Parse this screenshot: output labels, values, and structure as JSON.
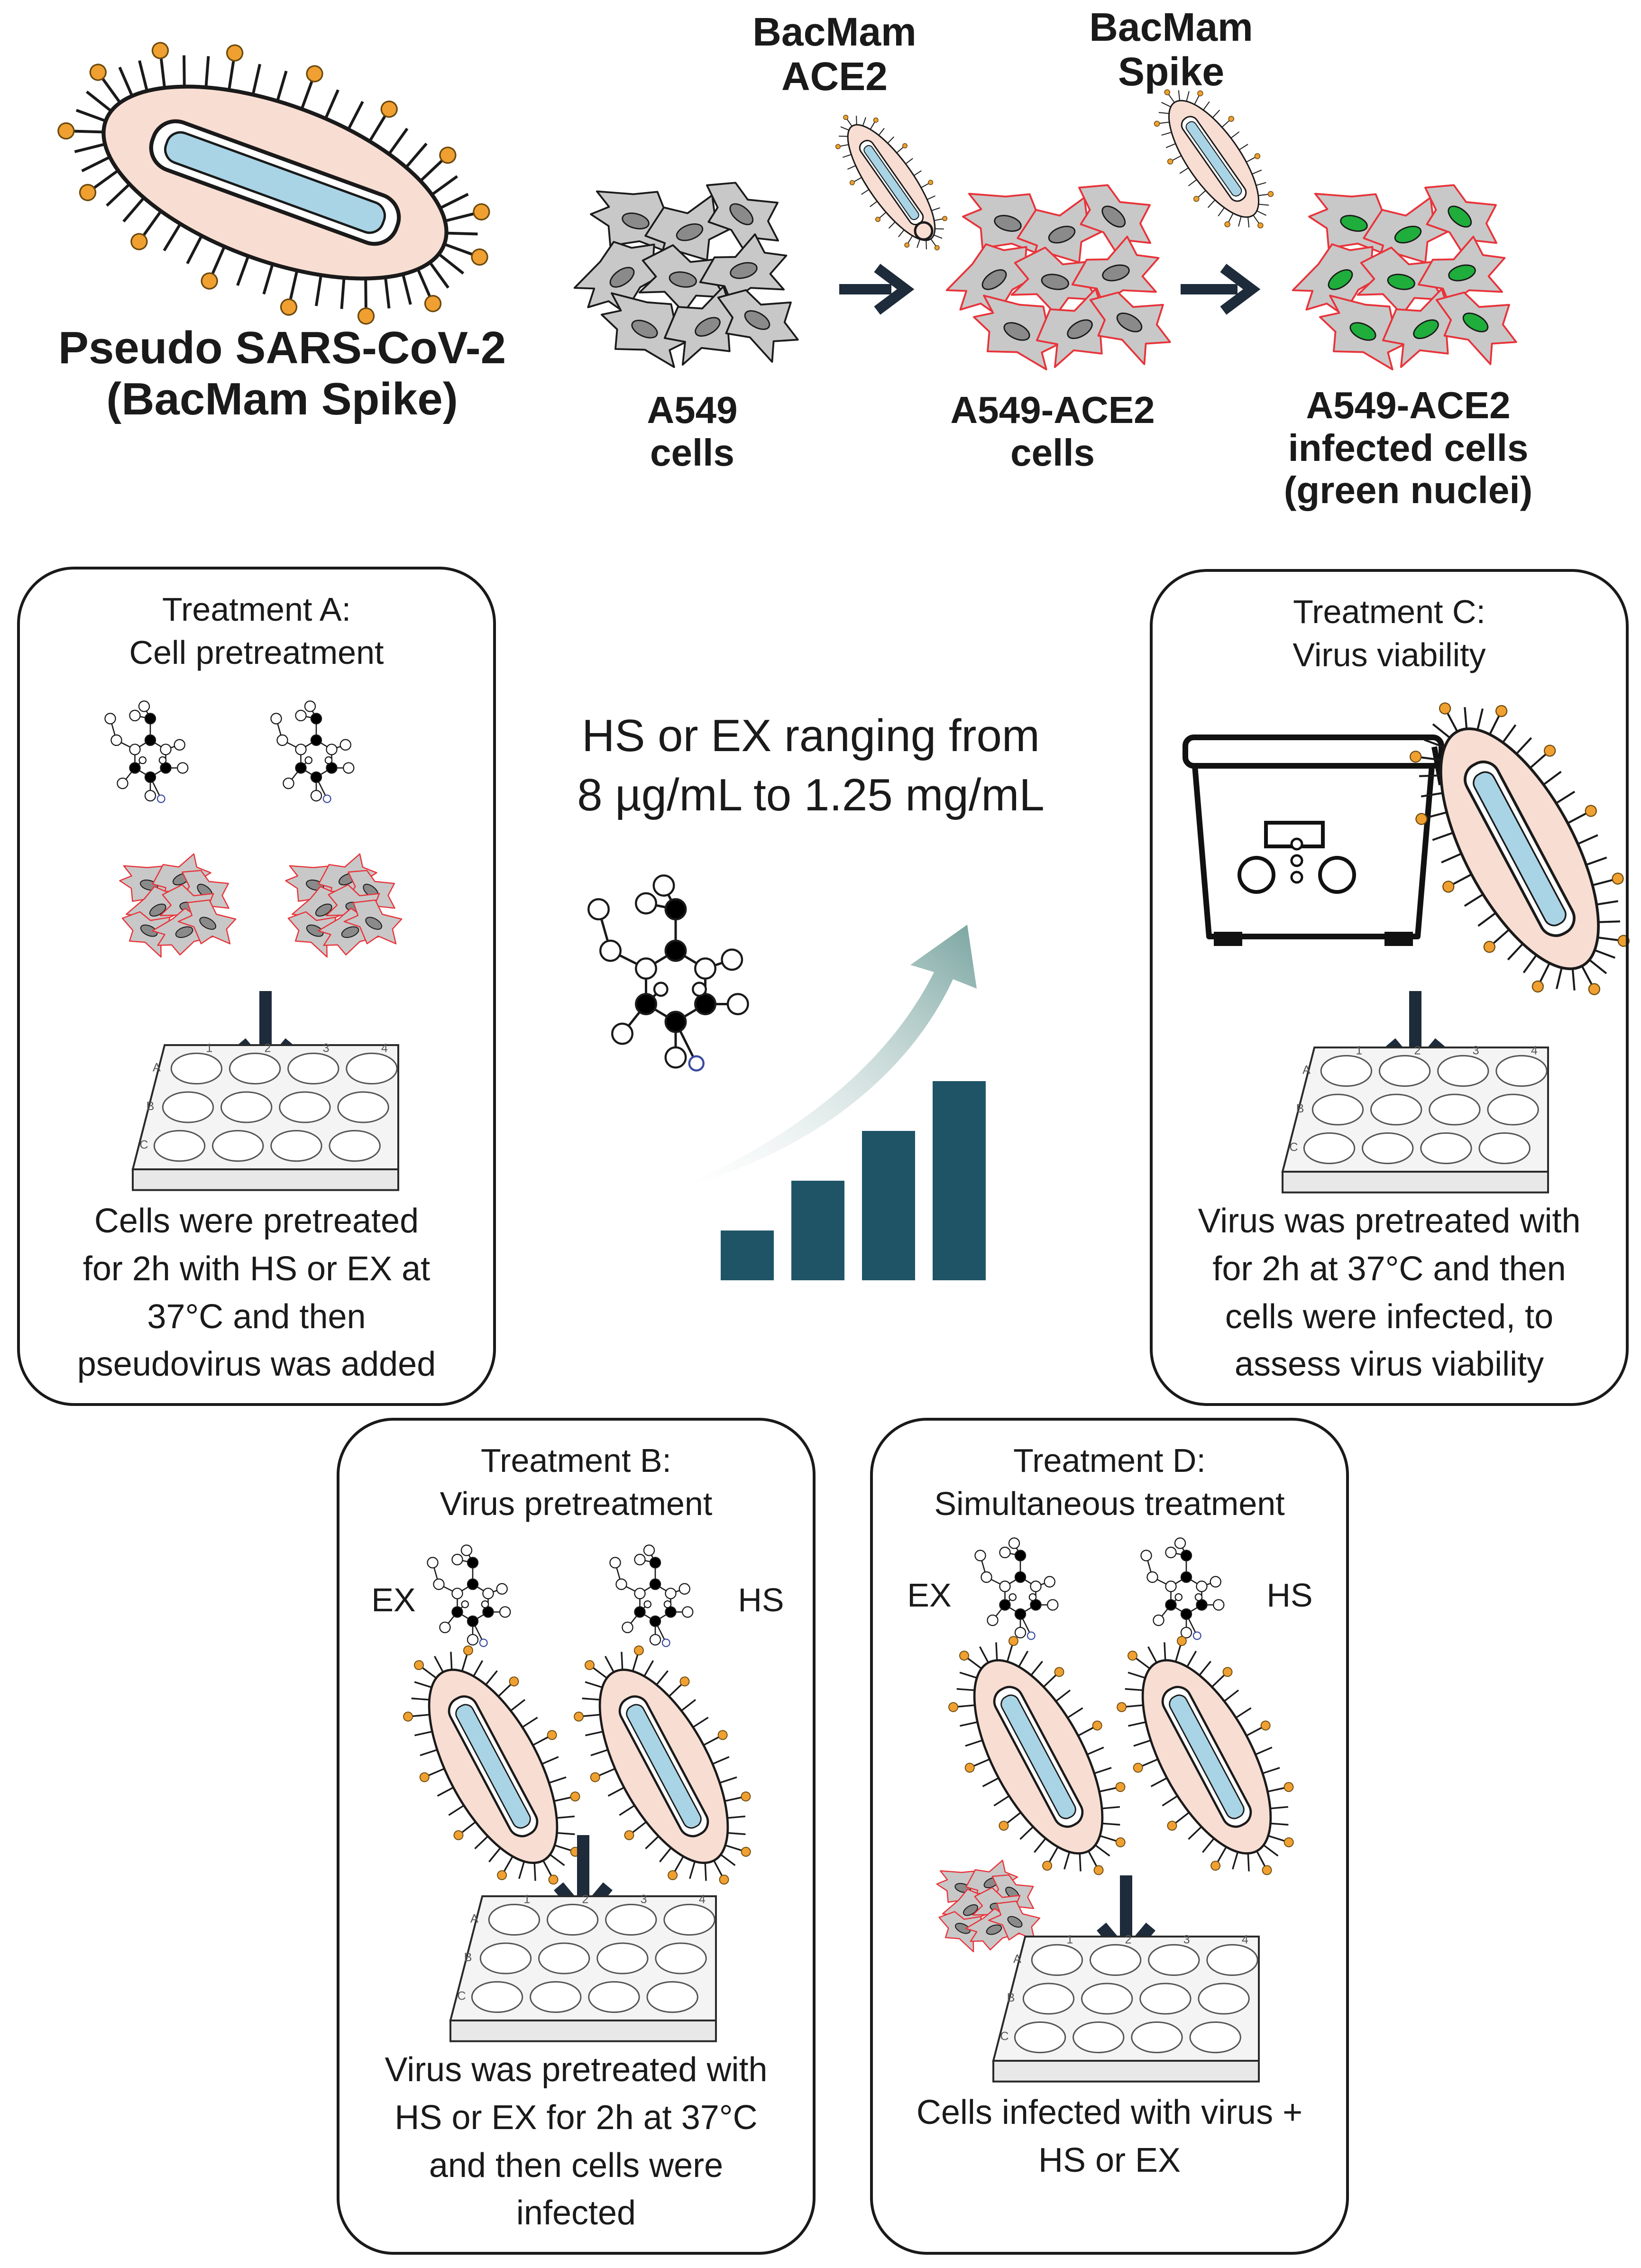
{
  "top": {
    "pseudo_virus": {
      "line1": "Pseudo SARS-CoV-2",
      "line2": "(BacMam Spike)"
    },
    "bacmam_ace2": {
      "line1": "BacMam",
      "line2": "ACE2"
    },
    "bacmam_spike": {
      "line1": "BacMam",
      "line2": "Spike"
    },
    "a549": {
      "line1": "A549",
      "line2": "cells"
    },
    "a549_ace2": {
      "line1": "A549-ACE2",
      "line2": "cells"
    },
    "infected": {
      "line1": "A549-ACE2",
      "line2": "infected cells",
      "line3": "(green nuclei)"
    }
  },
  "center": {
    "line1": "HS or EX ranging from",
    "line2": "8 µg/mL to 1.25 mg/mL",
    "bar_levels": [
      1,
      2,
      3,
      4
    ]
  },
  "treatment_a": {
    "title": "Treatment A:",
    "subtitle": "Cell pretreatment",
    "desc": [
      "Cells were pretreated",
      "for 2h with HS or EX at",
      "37°C and then",
      "pseudovirus was added"
    ]
  },
  "treatment_b": {
    "title": "Treatment B:",
    "subtitle": "Virus pretreatment",
    "left_label": "EX",
    "right_label": "HS",
    "desc": [
      "Virus was pretreated  with",
      "HS or EX for 2h at 37°C",
      "and then cells were",
      "infected"
    ]
  },
  "treatment_c": {
    "title": "Treatment C:",
    "subtitle": "Virus viability",
    "desc": [
      "Virus was pretreated  with",
      "for 2h at 37°C and then",
      "cells were infected, to",
      "assess virus viability"
    ]
  },
  "treatment_d": {
    "title": "Treatment D:",
    "subtitle": "Simultaneous treatment",
    "left_label": "EX",
    "right_label": "HS",
    "desc": [
      "Cells infected with virus +",
      "HS or EX"
    ]
  },
  "plate": {
    "cols": [
      "1",
      "2",
      "3",
      "4"
    ],
    "rows": [
      "A",
      "B",
      "C"
    ]
  },
  "colors": {
    "cell_fill": "#c8c8c8",
    "ace2_outline": "#e8333a",
    "nucleus_grey": "#8a8a8a",
    "nucleus_green": "#1fae3b",
    "virus_body": "#f8ddd2",
    "capsid": "#a9d4e6",
    "spike": "#f0a030",
    "arrow": "#1d2b3a",
    "bar": "#1f5467",
    "growth_arrow": "#7aa5a1"
  }
}
